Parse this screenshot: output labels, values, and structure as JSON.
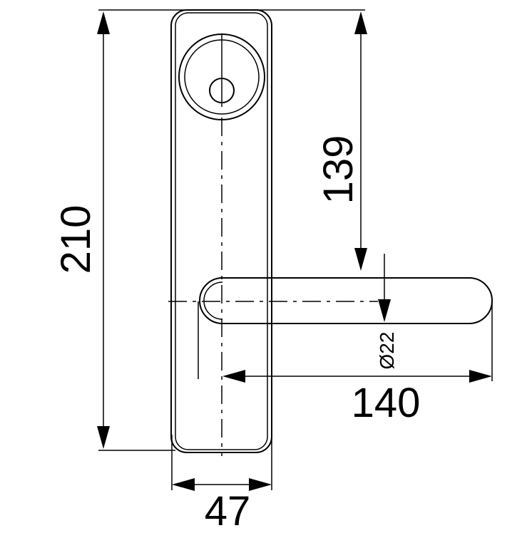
{
  "dimensions": {
    "total_height": "210",
    "handle_offset": "139",
    "handle_diameter": "Ø22",
    "handle_length": "140",
    "plate_width": "47"
  }
}
